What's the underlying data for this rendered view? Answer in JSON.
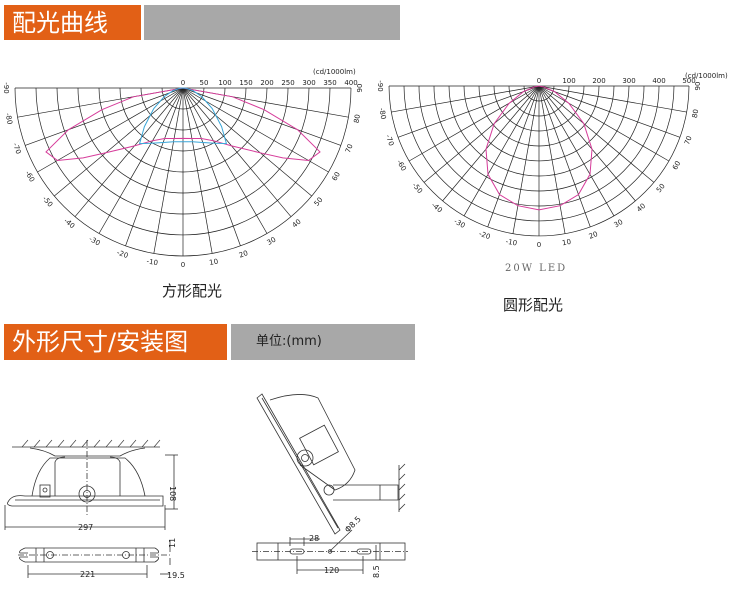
{
  "section1": {
    "title": "配光曲线"
  },
  "chart_data": [
    {
      "type": "polar",
      "caption": "方形配光",
      "unit": "(cd/1000lm)",
      "radial_ticks": [
        0,
        50,
        100,
        150,
        200,
        250,
        300,
        350,
        400
      ],
      "rmax": 400,
      "angle_labels": [
        -90,
        -80,
        -70,
        -60,
        -50,
        -40,
        -30,
        -20,
        -10,
        0,
        10,
        20,
        30,
        40,
        50,
        60,
        70,
        80,
        90
      ],
      "series": [
        {
          "name": "pink",
          "color": "#d63c9a",
          "angles": [
            0,
            10,
            20,
            30,
            40,
            50,
            55,
            60,
            65,
            70,
            75,
            80,
            90
          ],
          "values": [
            120,
            122,
            128,
            145,
            180,
            240,
            290,
            345,
            360,
            290,
            200,
            120,
            0
          ]
        },
        {
          "name": "blue",
          "color": "#3aa6d8",
          "angles": [
            0,
            10,
            20,
            30,
            38,
            45,
            55,
            65,
            75,
            85,
            90
          ],
          "values": [
            128,
            130,
            138,
            152,
            168,
            130,
            85,
            50,
            25,
            8,
            0
          ]
        }
      ]
    },
    {
      "type": "polar",
      "caption": "圆形配光",
      "subtitle": "20W  LED",
      "unit": "(cd/1000lm)",
      "radial_ticks": [
        0,
        100,
        200,
        300,
        400,
        500
      ],
      "rmax": 500,
      "angle_labels": [
        -90,
        -80,
        -70,
        -60,
        -50,
        -40,
        -30,
        -20,
        -10,
        0,
        10,
        20,
        30,
        40,
        50,
        60,
        70,
        80,
        90
      ],
      "series": [
        {
          "name": "pink",
          "color": "#d63c9a",
          "angles": [
            0,
            10,
            20,
            30,
            40,
            50,
            60,
            70,
            80,
            90
          ],
          "values": [
            413,
            405,
            385,
            340,
            275,
            195,
            115,
            55,
            15,
            0
          ]
        }
      ]
    }
  ],
  "section2": {
    "title": "外形尺寸/安装图",
    "unit_label": "单位:(mm)"
  },
  "dimensions": {
    "height": "108",
    "length": "297",
    "hole_spacing": "221",
    "slot_width": "11",
    "end_offset": "19.5",
    "slot_length": "28",
    "hole_dia": "Φ8.5",
    "bracket_spacing": "120",
    "bracket_offset": "8.5"
  }
}
